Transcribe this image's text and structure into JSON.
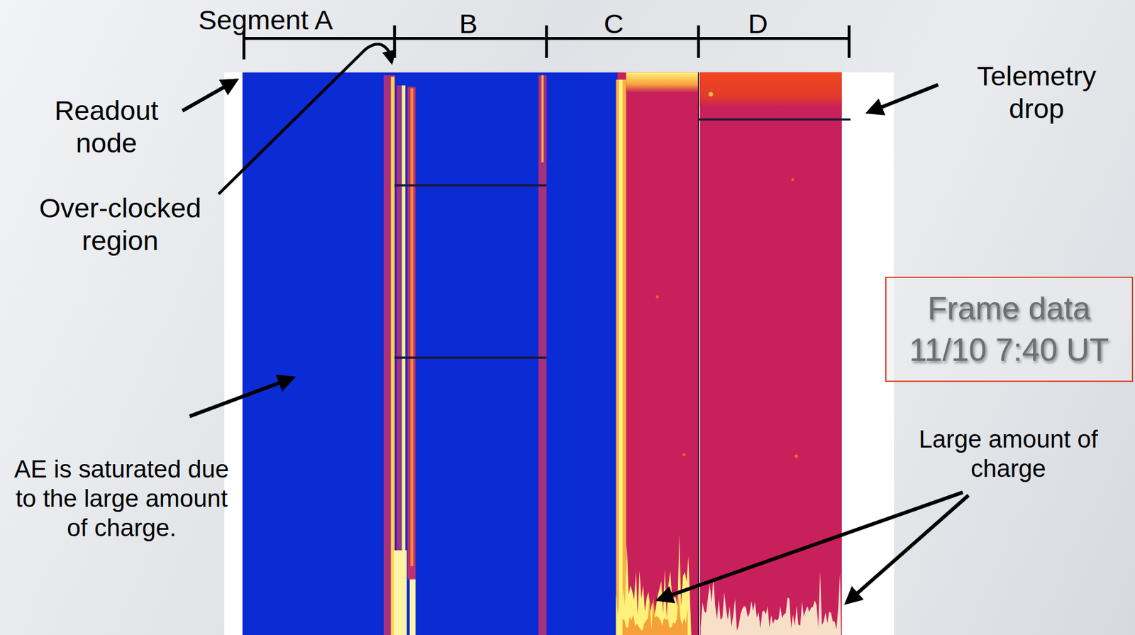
{
  "diagram": {
    "nodes": [
      {
        "text": [
          "Frame data 11/10 7:40 UT"
        ]
      }
    ],
    "labels": [
      "Segment A",
      "B",
      "C",
      "D",
      "Readout node",
      "Over-clocked region",
      "Telemetry drop",
      "AE is saturated due to the large amount of charge.",
      "Large amount of charge"
    ]
  }
}
